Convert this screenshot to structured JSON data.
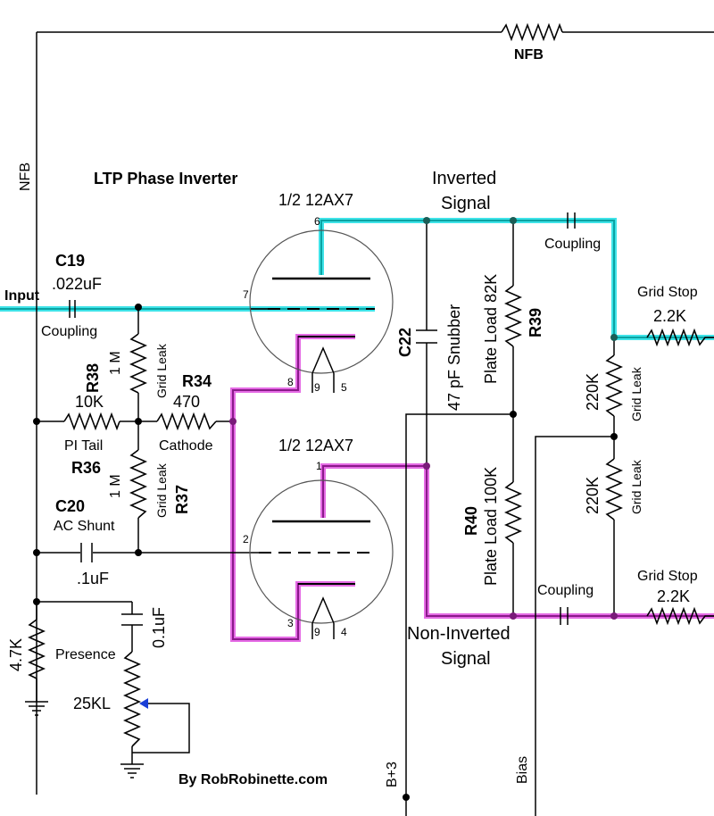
{
  "title": "LTP Phase Inverter",
  "credit": "By RobRobinette.com",
  "labels": {
    "nfb_top": "NFB",
    "nfb_left": "NFB",
    "input": "Input",
    "c19": "C19",
    "c19_value": ".022uF",
    "coupling_in": "Coupling",
    "r38": "R38",
    "r38_value": "1 M",
    "grid_leak_r38": "Grid Leak",
    "r34": "R34",
    "r34_value": "470",
    "ten_k": "10K",
    "pi_tail": "PI Tail",
    "cathode": "Cathode",
    "r36": "R36",
    "r37_value": "1 M",
    "grid_leak_r37": "Grid Leak",
    "r37": "R37",
    "c20": "C20",
    "ac_shunt": "AC Shunt",
    "c20_value": ".1uF",
    "r_4k7": "4.7K",
    "presence": "Presence",
    "c_presence": "0.1uF",
    "pot": "25KL",
    "tube_top": "1/2 12AX7",
    "tube_bottom": "1/2 12AX7",
    "inverted_1": "Inverted",
    "inverted_2": "Signal",
    "non_inverted_1": "Non-Inverted",
    "non_inverted_2": "Signal",
    "c22": "C22",
    "snubber": "47 pF Snubber",
    "plate_load_82k": "Plate Load 82K",
    "r39": "R39",
    "r40": "R40",
    "plate_load_100k": "Plate Load 100K",
    "coupling_top": "Coupling",
    "coupling_bottom": "Coupling",
    "grid_stop_top": "Grid Stop",
    "grid_stop_top_value": "2.2K",
    "grid_stop_bottom": "Grid Stop",
    "grid_stop_bottom_value": "2.2K",
    "r220k_top": "220K",
    "grid_leak_top": "Grid Leak",
    "r220k_bottom": "220K",
    "grid_leak_bottom": "Grid Leak",
    "b_plus_3": "B+3",
    "bias": "Bias"
  },
  "pins": {
    "t1_plate": "6",
    "t1_grid": "7",
    "t1_cathode": "8",
    "t1_heater_a": "9",
    "t1_heater_b": "5",
    "t2_plate": "1",
    "t2_grid": "2",
    "t2_cathode": "3",
    "t2_heater_a": "9",
    "t2_heater_b": "4"
  },
  "colors": {
    "inverted_signal": "#3fe3e8",
    "non_inverted_signal": "#e56be5",
    "wire": "#000000",
    "pot_arrow": "#1a3fd6"
  }
}
